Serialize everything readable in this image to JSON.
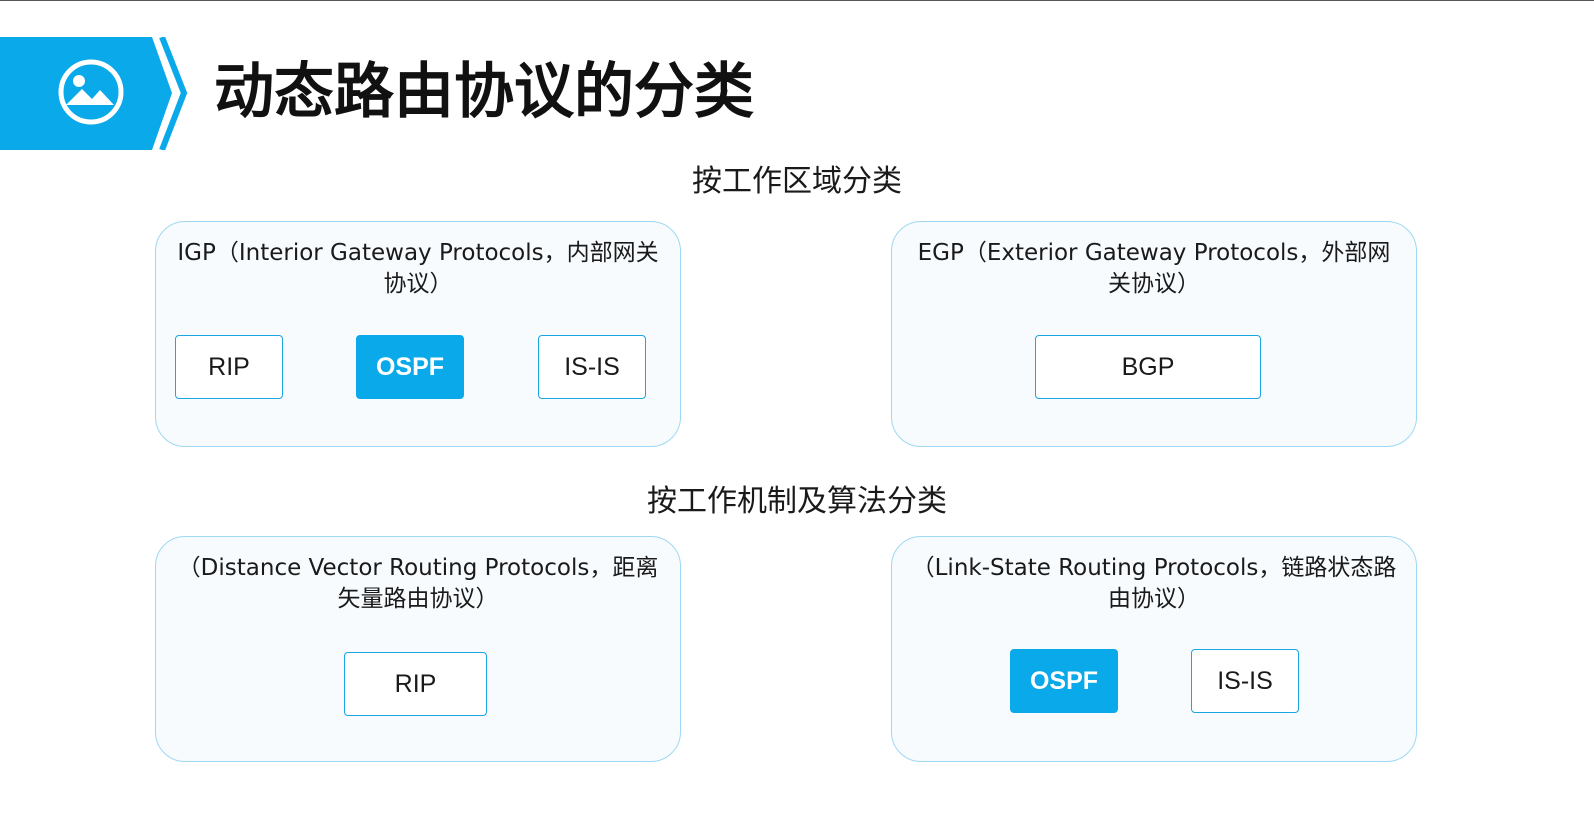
{
  "slide": {
    "title": "动态路由协议的分类",
    "icon": "image-icon"
  },
  "colors": {
    "accent": "#0aa9ea",
    "panel_border": "#9fd8f2",
    "panel_fill": "#f7fbfe"
  },
  "sections": [
    {
      "heading": "按工作区域分类",
      "panels": [
        {
          "caption_line1": "IGP（Interior Gateway Protocols，内部网关",
          "caption_line2": "协议）",
          "protocols": [
            {
              "label": "RIP",
              "highlighted": false
            },
            {
              "label": "OSPF",
              "highlighted": true
            },
            {
              "label": "IS-IS",
              "highlighted": false
            }
          ]
        },
        {
          "caption_line1": "EGP（Exterior Gateway Protocols，外部网",
          "caption_line2": "关协议）",
          "protocols": [
            {
              "label": "BGP",
              "highlighted": false
            }
          ]
        }
      ]
    },
    {
      "heading": "按工作机制及算法分类",
      "panels": [
        {
          "caption_line1": "（Distance Vector Routing Protocols，距离",
          "caption_line2": "矢量路由协议）",
          "protocols": [
            {
              "label": "RIP",
              "highlighted": false
            }
          ]
        },
        {
          "caption_line1": "（Link-State Routing Protocols，链路状态路",
          "caption_line2": "由协议）",
          "protocols": [
            {
              "label": "OSPF",
              "highlighted": true
            },
            {
              "label": "IS-IS",
              "highlighted": false
            }
          ]
        }
      ]
    }
  ]
}
